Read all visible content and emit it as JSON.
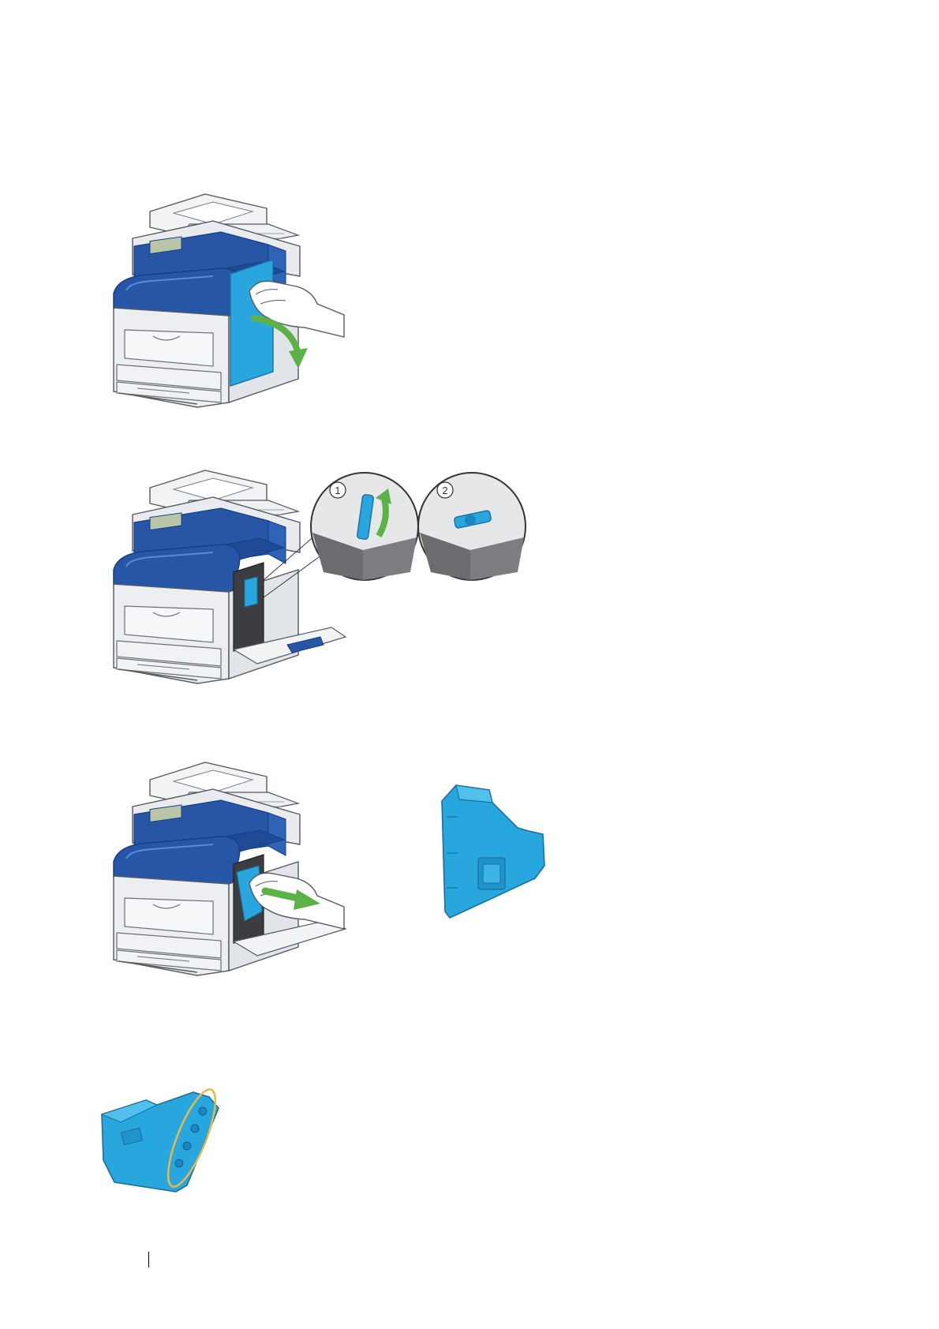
{
  "callouts": {
    "step1": "1",
    "step2": "2"
  },
  "colors": {
    "printer_body": "#e9ebee",
    "printer_outline": "#555a60",
    "panel_blue": "#2756a6",
    "panel_blue_dark": "#163e85",
    "part_blue": "#28a7de",
    "part_blue_dark": "#1b86bf",
    "arrow_green": "#5bb346",
    "highlight_yellow": "#e7b84a"
  },
  "icons": [
    "printer",
    "hand",
    "arrow",
    "waste-toner-box",
    "lock-lever",
    "magnifier-circle"
  ]
}
